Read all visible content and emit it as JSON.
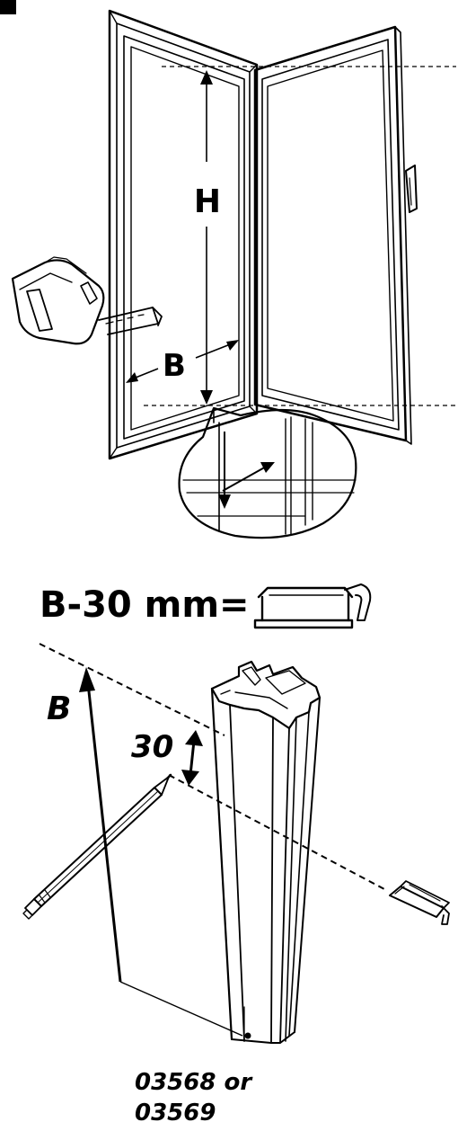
{
  "labels": {
    "height": "H",
    "width_top": "B",
    "formula": "B-30 mm=",
    "width_bottom": "B",
    "offset": "30",
    "part_number_line1": "03568 or",
    "part_number_line2": "03569"
  },
  "icons": {
    "tape_measure": "tape-measure-icon",
    "hacksaw": "hacksaw-icon",
    "pencil": "pencil-icon",
    "saw_blade": "saw-blade-icon"
  },
  "colors": {
    "ink": "#000000",
    "background": "#ffffff"
  }
}
